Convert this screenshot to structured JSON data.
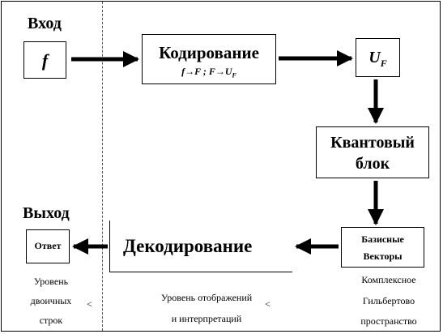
{
  "input": {
    "title": "Вход",
    "symbol": "f"
  },
  "coding": {
    "title": "Кодирование",
    "formula": "f→F ; F→U",
    "formula_sub": "F"
  },
  "uf": {
    "symbol": "U",
    "sub": "F"
  },
  "quantum": {
    "title_line1": "Квантовый",
    "title_line2": "блок"
  },
  "basis": {
    "line1": "Базисные",
    "line2": "Векторы"
  },
  "decoding": {
    "title": "Декодирование"
  },
  "output": {
    "title": "Выход",
    "answer": "Ответ"
  },
  "captions": {
    "left_line1": "Уровень",
    "left_line2": "двоичных",
    "left_line3": "строк",
    "middle_line1": "Уровень отображений",
    "middle_line2": "и интерпретаций",
    "right_line1": "Комплексное",
    "right_line2": "Гильбертово",
    "right_line3": "пространство"
  },
  "separator_marks": [
    "<",
    "<"
  ]
}
